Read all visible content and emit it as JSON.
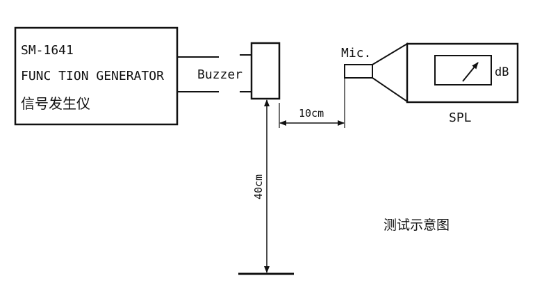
{
  "generator": {
    "model": "SM-1641",
    "name": "FUNC TION GENERATOR",
    "name_cn": "信号发生仪"
  },
  "buzzer": {
    "label": "Buzzer"
  },
  "mic": {
    "label": "Mic."
  },
  "meter": {
    "unit": "dB",
    "label": "SPL"
  },
  "dimensions": {
    "horizontal": "10cm",
    "vertical": "40cm"
  },
  "caption": "测试示意图",
  "colors": {
    "line": "#111111",
    "background": "#ffffff"
  }
}
